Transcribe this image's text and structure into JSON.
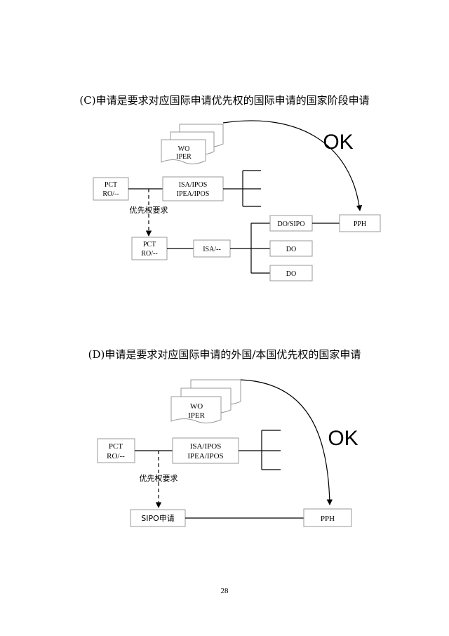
{
  "section_c": {
    "title": "(C)申请是要求对应国际申请优先权的国际申请的国家阶段申请",
    "doc_stack_line1": "WO",
    "doc_stack_line2": "IPER",
    "pct_line1": "PCT",
    "pct_line2": "RO/--",
    "isa_line1": "ISA/IPOS",
    "isa_line2": "IPEA/IPOS",
    "priority_label": "优先权要求",
    "pct2_line1": "PCT",
    "pct2_line2": "RO/--",
    "isa2": "ISA/--",
    "do_sipo": "DO/SIPO",
    "do_1": "DO",
    "do_2": "DO",
    "pph": "PPH",
    "ok": "OK"
  },
  "section_d": {
    "title": "(D)申请是要求对应国际申请的外国/本国优先权的国家申请",
    "doc_stack_line1": "WO",
    "doc_stack_line2": "IPER",
    "pct_line1": "PCT",
    "pct_line2": "RO/--",
    "isa_line1": "ISA/IPOS",
    "isa_line2": "IPEA/IPOS",
    "priority_label": "优先权要求",
    "sipo_app": "SIPO申请",
    "pph": "PPH",
    "ok": "OK"
  },
  "page_number": "28"
}
